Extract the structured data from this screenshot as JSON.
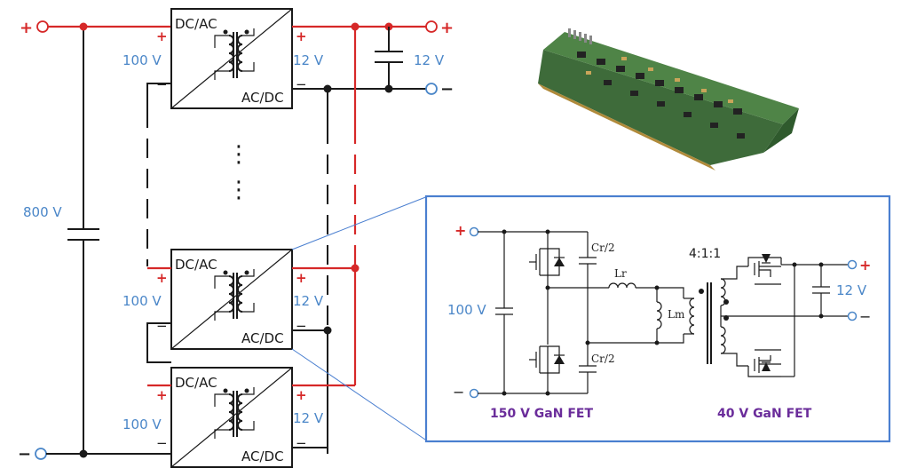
{
  "converter_block": {
    "top_label": "DC/AC",
    "bottom_label": "AC/DC"
  },
  "voltages": {
    "input_per_module": "100 V",
    "output_per_module": "12 V",
    "bus": "800 V",
    "output_cap": "12 V"
  },
  "terminals": {
    "plus": "+",
    "minus": "−"
  },
  "continuation": "⋮",
  "inset": {
    "input_voltage": "100 V",
    "output_voltage": "12 V",
    "cap_label_top": "Cr/2",
    "cap_label_bottom": "Cr/2",
    "resonant_inductor": "Lr",
    "magnetizing_inductor": "Lm",
    "turns_ratio": "4:1:1",
    "primary_fet": "150 V GaN FET",
    "secondary_fet": "40 V GaN FET"
  },
  "colors": {
    "positive_rail": "#d62828",
    "label_blue": "#4a86c8",
    "fet_label": "#6a2c9a",
    "inset_border": "#4a7fd0"
  }
}
